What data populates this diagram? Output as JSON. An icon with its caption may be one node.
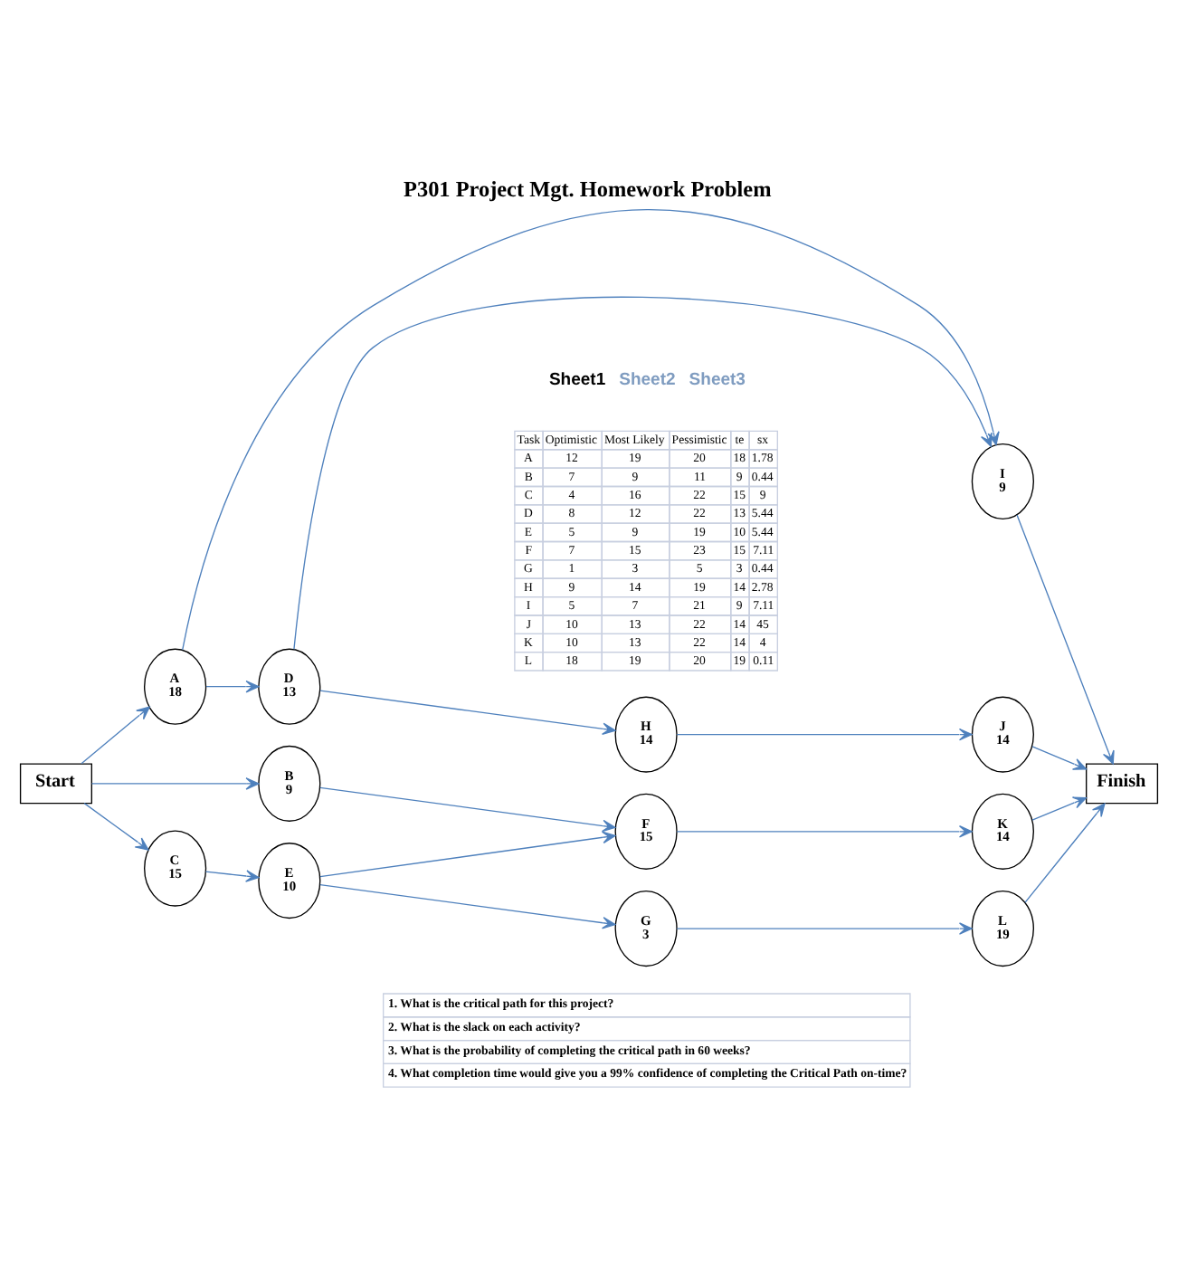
{
  "diagram": {
    "title": "P301 Project Mgt. Homework Problem",
    "nodes": [
      {
        "text": [
          "Start"
        ]
      },
      {
        "text": [
          "A",
          "18"
        ]
      },
      {
        "text": [
          "B",
          "9"
        ]
      },
      {
        "text": [
          "C",
          "15"
        ]
      },
      {
        "text": [
          "D",
          "13"
        ]
      },
      {
        "text": [
          "E",
          "10"
        ]
      },
      {
        "text": [
          "F",
          "15"
        ]
      },
      {
        "text": [
          "G",
          "3"
        ]
      },
      {
        "text": [
          "H",
          "14"
        ]
      },
      {
        "text": [
          "I",
          "9"
        ]
      },
      {
        "text": [
          "J",
          "14"
        ]
      },
      {
        "text": [
          "K",
          "14"
        ]
      },
      {
        "text": [
          "L",
          "19"
        ]
      },
      {
        "text": [
          "Finish"
        ]
      }
    ],
    "edges": [
      {
        "from": 0,
        "to": 1,
        "arrow": "to"
      },
      {
        "from": 0,
        "to": 2,
        "arrow": "to"
      },
      {
        "from": 0,
        "to": 3,
        "arrow": "to"
      },
      {
        "from": 1,
        "to": 9,
        "arrow": "to"
      },
      {
        "from": 1,
        "to": 4,
        "arrow": "to"
      },
      {
        "from": 4,
        "to": 9,
        "arrow": "to"
      },
      {
        "from": 4,
        "to": 8,
        "arrow": "to"
      },
      {
        "from": 8,
        "to": 10,
        "arrow": "to"
      },
      {
        "from": 2,
        "to": 6,
        "arrow": "to"
      },
      {
        "from": 3,
        "to": 5,
        "arrow": "to"
      },
      {
        "from": 5,
        "to": 6,
        "arrow": "to"
      },
      {
        "from": 5,
        "to": 7,
        "arrow": "to"
      },
      {
        "from": 6,
        "to": 11,
        "arrow": "to"
      },
      {
        "from": 7,
        "to": 12,
        "arrow": "to"
      },
      {
        "from": 9,
        "to": 13,
        "arrow": "to"
      },
      {
        "from": 10,
        "to": 13,
        "arrow": "to"
      },
      {
        "from": 11,
        "to": 13,
        "arrow": "to"
      },
      {
        "from": 12,
        "to": 13,
        "arrow": "to"
      }
    ],
    "labels": [
      "Sheet1",
      "Sheet2",
      "Sheet3",
      "Task",
      "Optimistic",
      "Most Likely",
      "Pessimistic",
      "te",
      "sx",
      "A",
      "12",
      "19",
      "20",
      "18",
      "1.78",
      "B",
      "7",
      "9",
      "11",
      "9",
      "0.44",
      "C",
      "4",
      "16",
      "22",
      "15",
      "9",
      "D",
      "8",
      "12",
      "22",
      "13",
      "5.44",
      "E",
      "5",
      "9",
      "19",
      "10",
      "5.44",
      "F",
      "7",
      "15",
      "23",
      "15",
      "7.11",
      "G",
      "1",
      "3",
      "5",
      "3",
      "0.44",
      "H",
      "9",
      "14",
      "19",
      "14",
      "2.78",
      "I",
      "5",
      "7",
      "21",
      "9",
      "7.11",
      "J",
      "10",
      "13",
      "22",
      "14",
      "45",
      "K",
      "10",
      "13",
      "22",
      "14",
      "4",
      "L",
      "18",
      "19",
      "20",
      "19",
      "0.11",
      "1. What is the critical path for this project?",
      "2. What is the slack on each activity?",
      "3. What is the probability of completing the critical path in 60 weeks?",
      "4. What completion time would give you a 99% confidence of completing the Critical Path on-time?"
    ]
  }
}
